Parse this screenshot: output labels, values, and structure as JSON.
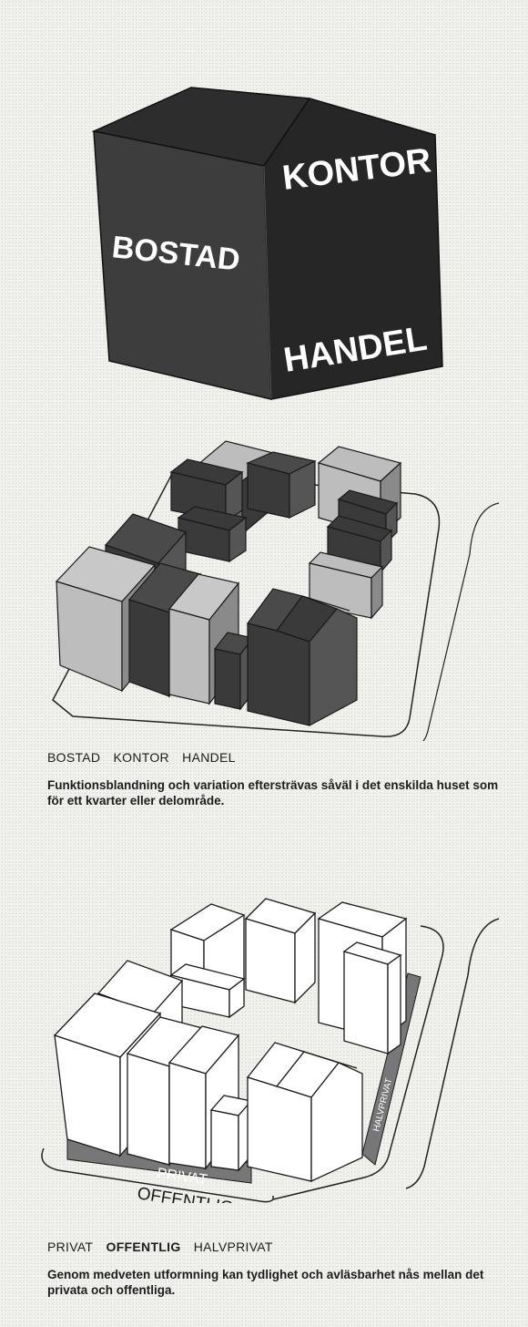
{
  "cube": {
    "left_label": "BOSTAD",
    "right_top_label": "KONTOR",
    "right_bottom_label": "HANDEL"
  },
  "section1": {
    "labels": [
      "BOSTAD",
      "KONTOR",
      "HANDEL"
    ],
    "description": "Funktionsblandning och variation eftersträvas såväl i det enskilda huset som för ett kvarter eller delområde."
  },
  "section2": {
    "zone_privat": "PRIVAT",
    "zone_offentlig": "OFFENTLIG",
    "zone_halvprivat": "HALVPRIVAT",
    "labels": [
      "PRIVAT",
      "OFFENTLIG",
      "HALVPRIVAT"
    ],
    "bold_label_index": 1,
    "description": "Genom medveten utformning kan tydlighet och avläsbarhet nås mellan det privata och offentliga."
  },
  "colors": {
    "dark": "#3a3a3a",
    "mid": "#6e6e6e",
    "light": "#bdbdbd",
    "white": "#ffffff",
    "line": "#1a1a1a"
  }
}
